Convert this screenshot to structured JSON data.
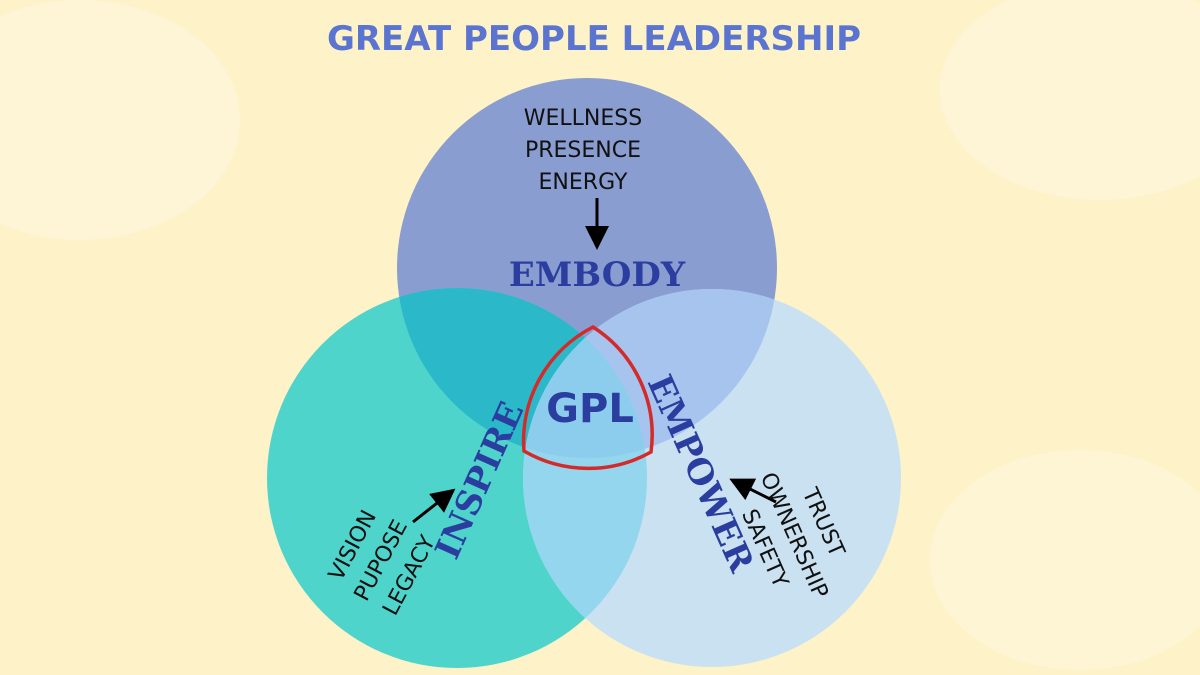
{
  "title": "GREAT PEOPLE LEADERSHIP",
  "center": "GPL",
  "colors": {
    "background": "#fdf2c8",
    "embody_circle": "#8a9dd0",
    "inspire_circle": "#4fd4cc",
    "empower_circle": "#cae1f1",
    "outline": "#d42a2a",
    "label": "#2b3ea0"
  },
  "circles": {
    "embody": {
      "label": "EMBODY",
      "items": [
        "WELLNESS",
        "PRESENCE",
        "ENERGY"
      ]
    },
    "inspire": {
      "label": "INSPIRE",
      "items": [
        "VISION",
        "PUPOSE",
        "LEGACY"
      ]
    },
    "empower": {
      "label": "EMPOWER",
      "items": [
        "TRUST",
        "OWNERSHIP",
        "SAFETY"
      ]
    }
  }
}
